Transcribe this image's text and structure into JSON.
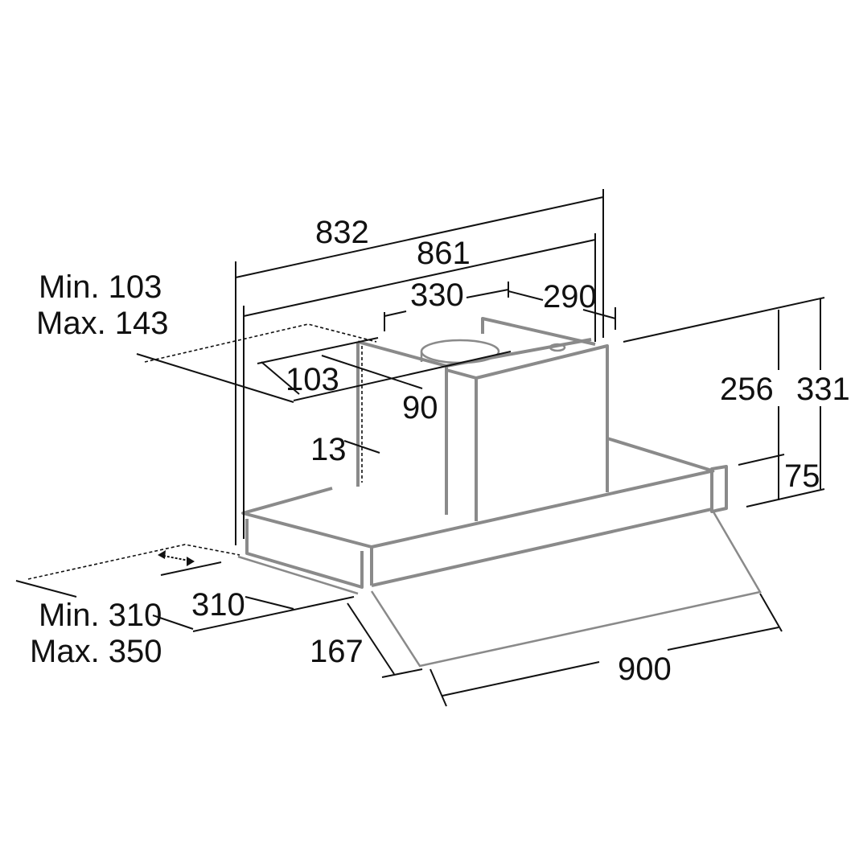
{
  "title": "Range hood dimension drawing",
  "dimensions": {
    "overall_width_top": "832",
    "overall_width_inner": "861",
    "chimney_width": "330",
    "chimney_offset": "290",
    "ceiling_gap_min": "Min. 103",
    "ceiling_gap_max": "Max. 143",
    "duct_depth": "103",
    "duct_offset": "90",
    "back_panel": "13",
    "chimney_height": "256",
    "total_height": "331",
    "base_height": "75",
    "base_depth": "310",
    "wall_depth_min": "Min. 310",
    "wall_depth_max": "Max. 350",
    "visor_depth": "167",
    "visor_width": "900"
  },
  "colors": {
    "outline": "#8a8a8a",
    "dimension": "#111111"
  }
}
